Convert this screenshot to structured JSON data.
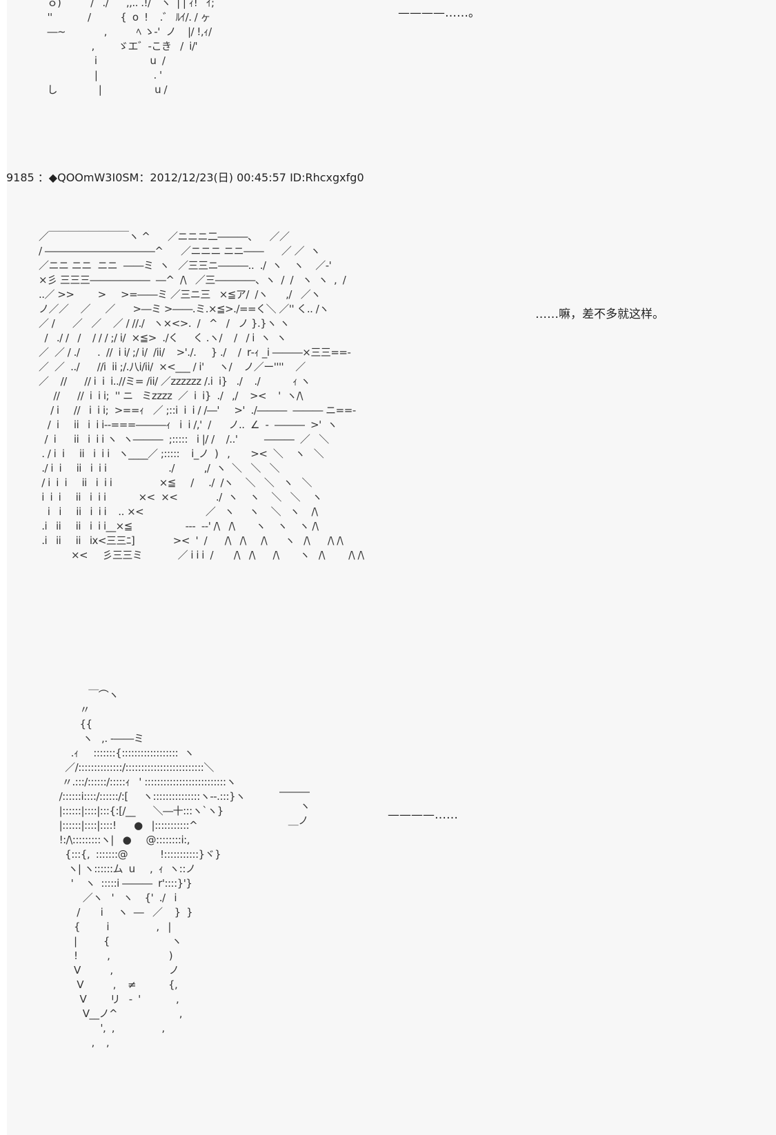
{
  "post": {
    "header": "9185 ：◆QOOmW3I0SM：2012/12/23(日) 00:45:57 ID:Rhcxgxfg0"
  },
  "dialogue": {
    "top": "————……。",
    "middle": "……嘛，差不多就这样。",
    "bottom": "————……"
  },
  "art": {
    "top": [
      "  ｏ)          /   ./      ,,.. .!/゛ヽ  | | ｨ!   ｲ;",
      "  ''            /          {  o  !    .゛ ﾙｲ/. / ヶ",
      "  ―~             ,          ﾍ ゝ-'  ノ    |/ !,ｨ/",
      "                 ,        ゞエ゛-こき   /  i/'",
      "                  i                  u  /",
      "                  |                   . '",
      "  し              |                  u /"
    ],
    "middle": [
      "／￣￣￣￣￣￣￣￣ヽ ^      ／ニニニ二―――、    ／／",
      "/ ―――――――――――^      ／ニニニ ニニ――      ／ ／  ヽ",
      "／ニニ ニニ  ニニ  ――ミ  ヽ   ／三三ニ―――..  ./  ヽ    ヽ    ／-'",
      "×彡 三三三――――――  ―^  /\\   ／三――――、ヽ  /  /   ヽ  ヽ  ,  /",
      "..／ >>        >     >=――ミ ／三ニ三   ×≦ア/  /ヽ      ,/   ／ヽ",
      "ノ／／    ／     ／      >―ミ >――.ミ.×≦>./==く＼ ／'' く.. /ヽ",
      "／ /      ／   ／    ／ / //./   ヽ×<>.  /   ^   /   ノ }.}ヽ ヽ",
      "  /   ./ /   /    / / / ;/ i/  ×≦>  ./く     く .ヽ/    /   / i  ヽ  ヽ",
      "／  ／ / ./      .  //  i i/ ;/ i/  /ii/    >'./.     } ./    /  r‐ｨ _i ―――×三三==-",
      "／  ／  ../      //i  ii ;/.八i/ii/  ×<___ / i'     ヽ/    ノ／ー''''    ／",
      "／    //      // i  i  i..//ミ= /ii/ ／zzzzzz /.i  i}   ./    ./           ｨ ヽ",
      "     //      //  i  i i;  '' ニ   ミzzzz  ／  i  i}  ./   ,/    ><    '  ヽ/\\",
      "    / i     //   i  i i;  >==ｨ   ／ ;::i  i  i / /―'     >'  ./―――  ――― ニ==-",
      "   /  i     ii   i  i i--===―――ｨ   i  i /,'  /      ノ..  ∠  -  ―――  >'  ヽ",
      "  /  i      ii   i  i i ヽ  ヽ―――  ;:::::   i |/ /    /..'         ―――  ／   ＼",
      " . / i  i     ii   i  i i   ヽ____／ ;:::::    i_ノ  )   ,       ><  ＼    ヽ   ＼",
      " ./ i  i     ii   i  i i                     ./          ,/  ヽ  ＼   ＼   ＼",
      " / i  i  i     ii   i  i i                ×≦     /     ./  /ヽ    ＼   ＼   ヽ   ＼",
      " i  i  i     ii   i  i i           ×<  ×<             ./  ヽ    ヽ    ＼   ＼    ヽ",
      "   i   i     ii   i  i i    .. ×<                     ／   ヽ     ヽ    ＼   ヽ    /\\",
      " .i   ii     ii   i  i i__×≦                  ---  --' /\\   /\\       ヽ    ヽ    ヽ /\\",
      " .i   ii     ii   ix<三三ﾆ]             ><  '  /      /\\   /\\     /\\      ヽ   /\\      /\\ /\\",
      "           ×<     彡三三ミ            ／ i i i  /       /\\   /\\      /\\       ヽ   /\\        /\\ /\\"
    ],
    "bottom": [
      "                ￣⌒ヽ",
      "             〃",
      "             {{",
      "              ヽ   ,. -――ミ",
      "          .ｨ     :::::::{::::::::::::::::::  ヽ",
      "        ／/::::::::::::::/:::::::::::::::::::::::::＼",
      "       〃.:::/::::::/:::::ｨ   ' ::::::::::::::::::::::::::ヽ",
      "      /::::::i::::/::::::/:[     ヽ:::::::::::::::ヽ--.:::}ヽ",
      "      |::::::|::::|:::{:[/__      ＼―十:::ヽ`ヽ}",
      "      |::::::|::::|::::!      ●   |:::::::::::^",
      "      !:/\\:::::::::ヽ|   ●     @::::::::i:,",
      "        {:::{,  :::::::@           !:::::::::::}ヾ}",
      "         ヽ| ヽ::::::ム  u     ,  ｨ  ヽ::ノ",
      "          '    ヽ  :::::i ―――  r'::::}'}",
      "              ／ヽ   '   ヽ    {'  ./   i",
      "            /       i     ヽ  ―   ／    }  }",
      "           {         i                ,   |",
      "           |         {                     ヽ",
      "           !          ,                    )",
      "           V          ,                   ノ",
      "            V          ,    ≠           {,",
      "             V        リ   -  '            ,",
      "              V__ノ^                     ,",
      "                    ',  ,                ,",
      "                 ,    ,"
    ],
    "bottom_side": "―――\n       ヽ\n   ＿ノ"
  },
  "colors": {
    "background": "#f7f7f7",
    "text": "#222222"
  }
}
